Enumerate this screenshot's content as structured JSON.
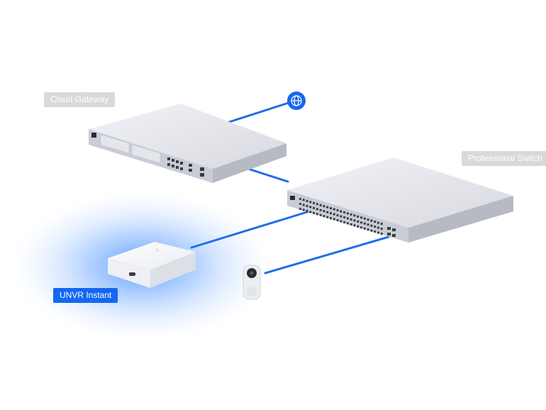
{
  "labels": {
    "cloud_gateway": "Cloud Gateway",
    "professional_switch": "Professional Switch",
    "unvr_instant": "UNVR Instant"
  },
  "colors": {
    "link": "#1f6ee8",
    "globe": "#1467f0",
    "highlight_label": "#1467f0",
    "muted_label": "#d9d9d9",
    "glow": "#3d8bff"
  },
  "icons": {
    "internet": "globe-icon"
  }
}
